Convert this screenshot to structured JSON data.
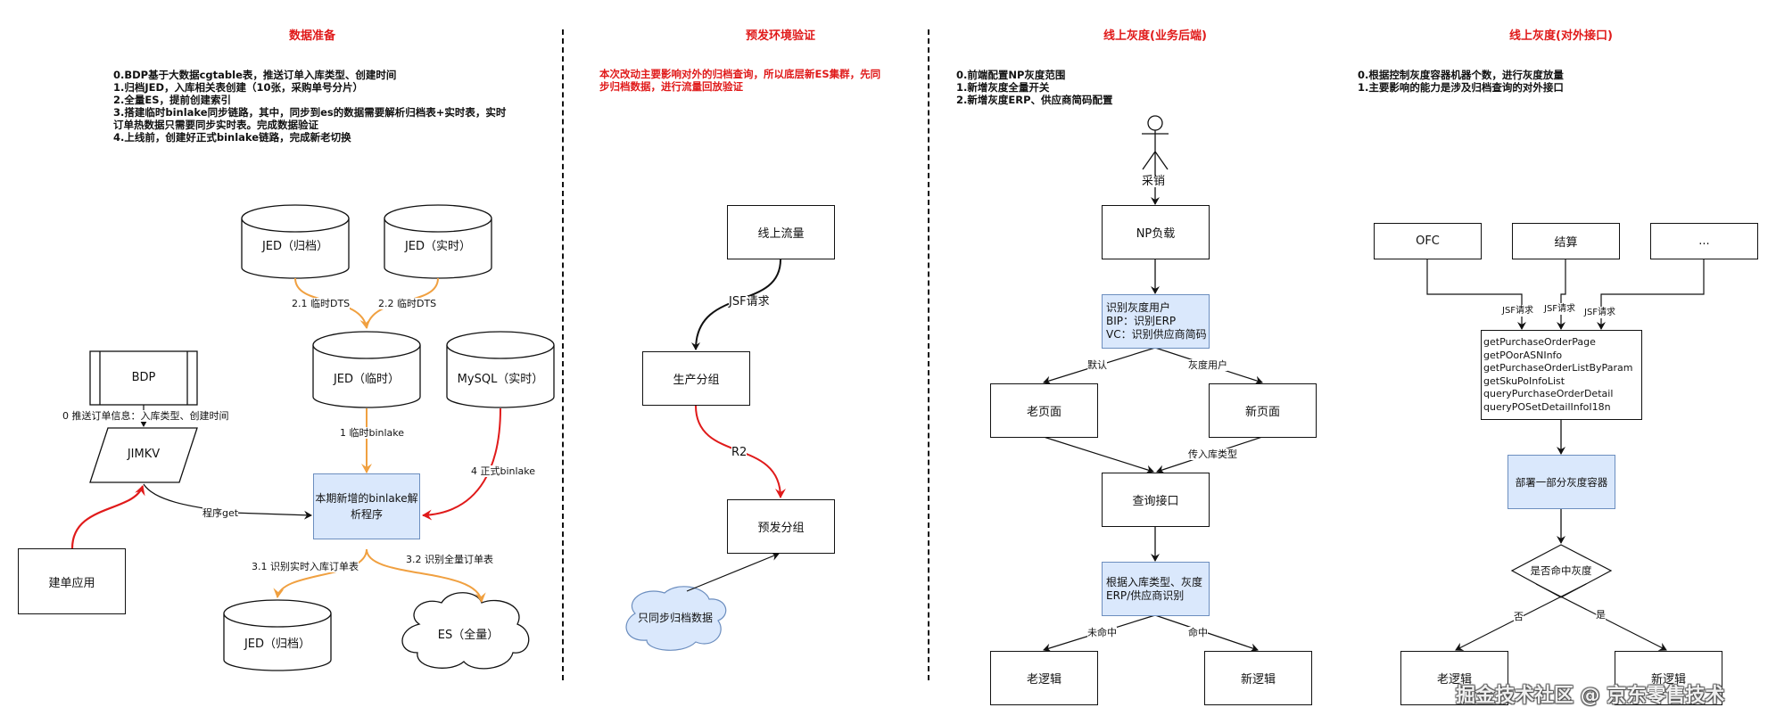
{
  "panels": {
    "data_prep": {
      "title": "数据准备",
      "notes": "0.BDP基于大数据cgtable表，推送订单入库类型、创建时间\n1.归档JED，入库相关表创建（10张，采购单号分片）\n2.全量ES，提前创建索引\n3.搭建临时binlake同步链路，其中，同步到es的数据需要解析归档表+实时表，实时\n订单热数据只需要同步实时表。完成数据验证\n4.上线前，创建好正式binlake链路，完成新老切换",
      "nodes": {
        "jed_archive": "JED（归档）",
        "jed_realtime": "JED（实时）",
        "jed_temp": "JED（临时）",
        "mysql_realtime": "MySQL（实时）",
        "bdp": "BDP",
        "jimkv": "JIMKV",
        "binlake_parser": "本期新增的binlake解析程序",
        "order_app": "建单应用",
        "jed_archive_bottom": "JED（归档）",
        "es_full": "ES（全量）"
      },
      "edges": {
        "dts_21": "2.1 临时DTS",
        "dts_22": "2.2 临时DTS",
        "push_order": "0 推送订单信息：入库类型、创建时间",
        "temp_binlake": "1 临时binlake",
        "formal_binlake": "4 正式binlake",
        "program_get": "程序get",
        "identify_realtime": "3.1 识别实时入库订单表",
        "identify_full": "3.2 识别全量订单表"
      }
    },
    "pre_env": {
      "title": "预发环境验证",
      "notes": "本次改动主要影响对外的归档查询，所以底层新ES集群，先同\n步归档数据，进行流量回放验证",
      "nodes": {
        "online_traffic": "线上流量",
        "prod_group": "生产分组",
        "pre_group": "预发分组",
        "sync_archive": "只同步归档数据"
      },
      "edges": {
        "jsf_request": "JSF请求",
        "r2": "R2"
      }
    },
    "gray_backend": {
      "title": "线上灰度(业务后端)",
      "notes": "0.前端配置NP灰度范围\n1.新增灰度全量开关\n2.新增灰度ERP、供应商简码配置",
      "actor": "采销",
      "nodes": {
        "np_load": "NP负载",
        "identify_gray": "识别灰度用户\nBIP：识别ERP\nVC：识别供应商简码",
        "old_page": "老页面",
        "new_page": "新页面",
        "query_api": "查询接口",
        "route_by_type": "根据入库类型、灰度\nERP/供应商识别",
        "old_logic": "老逻辑",
        "new_logic": "新逻辑"
      },
      "edges": {
        "default": "默认",
        "gray_user": "灰度用户",
        "pass_type": "传入库类型",
        "miss": "未命中",
        "hit": "命中"
      }
    },
    "gray_api": {
      "title": "线上灰度(对外接口)",
      "notes": "0.根据控制灰度容器机器个数，进行灰度放量\n1.主要影响的能力是涉及归档查询的对外接口",
      "nodes": {
        "ofc": "OFC",
        "settlement": "结算",
        "more": "...",
        "api_list": "getPurchaseOrderPage\ngetPOorASNInfo\ngetPurchaseOrderListByParam\ngetSkuPoInfoList\nqueryPurchaseOrderDetail\nqueryPOSetDetailInfoI18n",
        "deploy_gray": "部署一部分灰度容器",
        "is_gray_hit": "是否命中灰度",
        "old_logic": "老逻辑",
        "new_logic": "新逻辑"
      },
      "edges": {
        "jsf1": "JSF请求",
        "jsf2": "JSF请求",
        "jsf3": "JSF请求",
        "no": "否",
        "yes": "是"
      }
    }
  },
  "watermark": "掘金技术社区 @ 京东零售技术",
  "colors": {
    "title_red": "#e01a1a",
    "orange_edge": "#f0a040",
    "red_edge": "#e01a1a",
    "blue_fill": "#dae8fc",
    "blue_stroke": "#6c8ebf",
    "cloud_fill": "#dae8fc"
  }
}
